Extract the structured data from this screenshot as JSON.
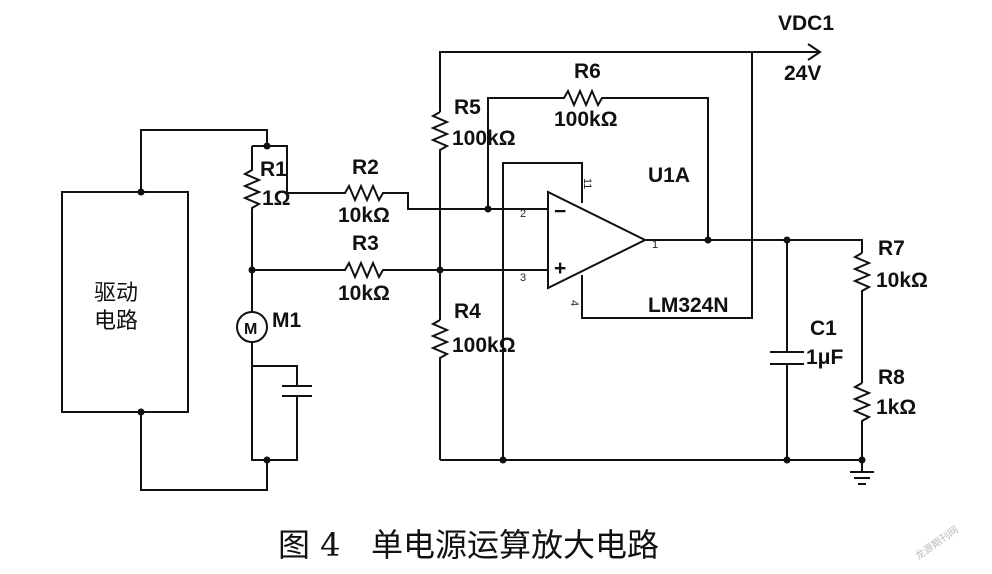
{
  "power": {
    "name": "VDC1",
    "value": "24V"
  },
  "opamp": {
    "name": "U1A",
    "part": "LM324N",
    "pin_minus": "2",
    "pin_plus": "3",
    "pin_out": "1",
    "pin_vcc": "11",
    "pin_gnd": "4",
    "minus_sign": "−",
    "plus_sign": "+"
  },
  "components": {
    "r1": {
      "name": "R1",
      "value": "1Ω"
    },
    "r2": {
      "name": "R2",
      "value": "10kΩ"
    },
    "r3": {
      "name": "R3",
      "value": "10kΩ"
    },
    "r4": {
      "name": "R4",
      "value": "100kΩ"
    },
    "r5": {
      "name": "R5",
      "value": "100kΩ"
    },
    "r6": {
      "name": "R6",
      "value": "100kΩ"
    },
    "r7": {
      "name": "R7",
      "value": "10kΩ"
    },
    "r8": {
      "name": "R8",
      "value": "1kΩ"
    },
    "c1": {
      "name": "C1",
      "value": "1μF"
    },
    "m1": {
      "name": "M1",
      "symbol": "M"
    }
  },
  "driver_block": {
    "line1": "驱动",
    "line2": "电路"
  },
  "caption": "图 4   单电源运算放大电路",
  "watermark": "龙源期刊网"
}
